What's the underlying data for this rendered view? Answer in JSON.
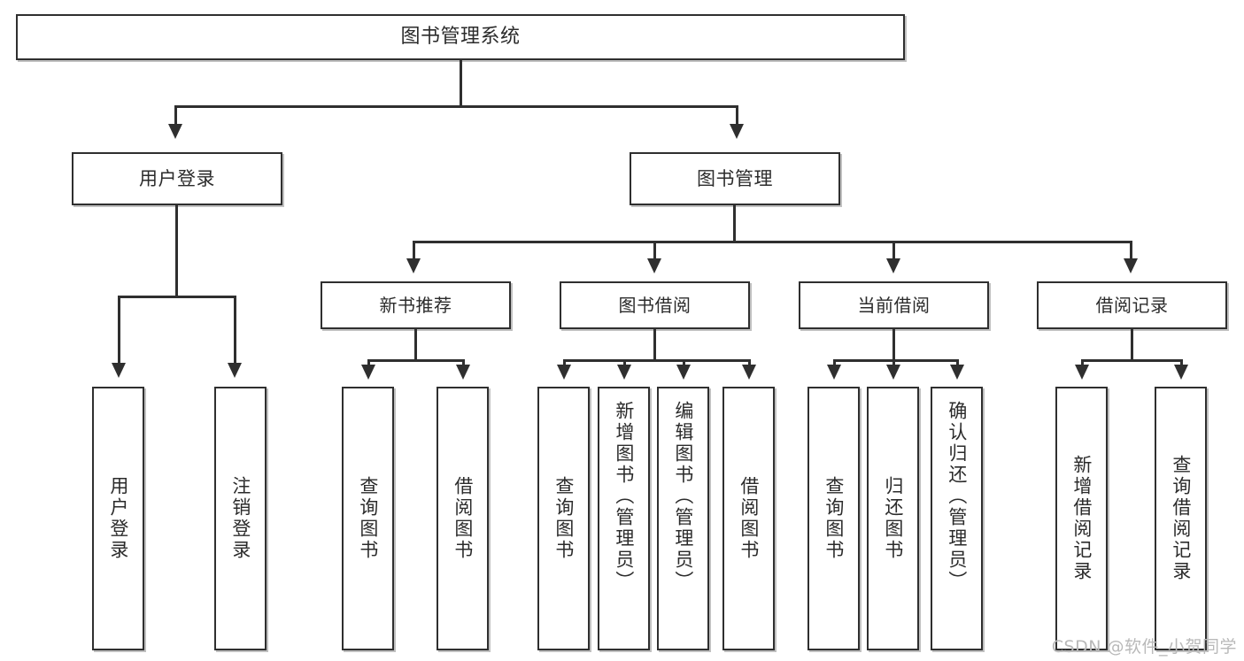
{
  "diagram": {
    "title": "图书管理系统",
    "type": "hierarchy-tree",
    "watermark": "CSDN @软件_小贺同学",
    "colors": {
      "box_border": "#2f2f2f",
      "box_fill": "#ffffff",
      "text": "#2b2b2b",
      "connector": "#2f2f2f",
      "shadow": "#8c8c8c",
      "watermark": "#b9b9b9",
      "background": "#ffffff"
    },
    "levels": {
      "root": "图书管理系统",
      "level2": [
        "用户登录",
        "图书管理"
      ],
      "level3": [
        "新书推荐",
        "图书借阅",
        "当前借阅",
        "借阅记录"
      ]
    },
    "nodes": {
      "root": {
        "label": "图书管理系统"
      },
      "user_login": {
        "label": "用户登录"
      },
      "book_manage": {
        "label": "图书管理"
      },
      "new_book_rec": {
        "label": "新书推荐"
      },
      "book_borrow": {
        "label": "图书借阅"
      },
      "current_borrow": {
        "label": "当前借阅"
      },
      "borrow_record": {
        "label": "借阅记录"
      }
    },
    "leaves": {
      "user_login": [
        {
          "label": "用户登录"
        },
        {
          "label": "注销登录"
        }
      ],
      "new_book_rec": [
        {
          "label": "查询图书"
        },
        {
          "label": "借阅图书"
        }
      ],
      "book_borrow": [
        {
          "label": "查询图书"
        },
        {
          "label": "新增图书（管理员）"
        },
        {
          "label": "编辑图书（管理员）"
        },
        {
          "label": "借阅图书"
        }
      ],
      "current_borrow": [
        {
          "label": "查询图书"
        },
        {
          "label": "归还图书"
        },
        {
          "label": "确认归还（管理员）"
        }
      ],
      "borrow_record": [
        {
          "label": "新增借阅记录"
        },
        {
          "label": "查询借阅记录"
        }
      ]
    }
  }
}
